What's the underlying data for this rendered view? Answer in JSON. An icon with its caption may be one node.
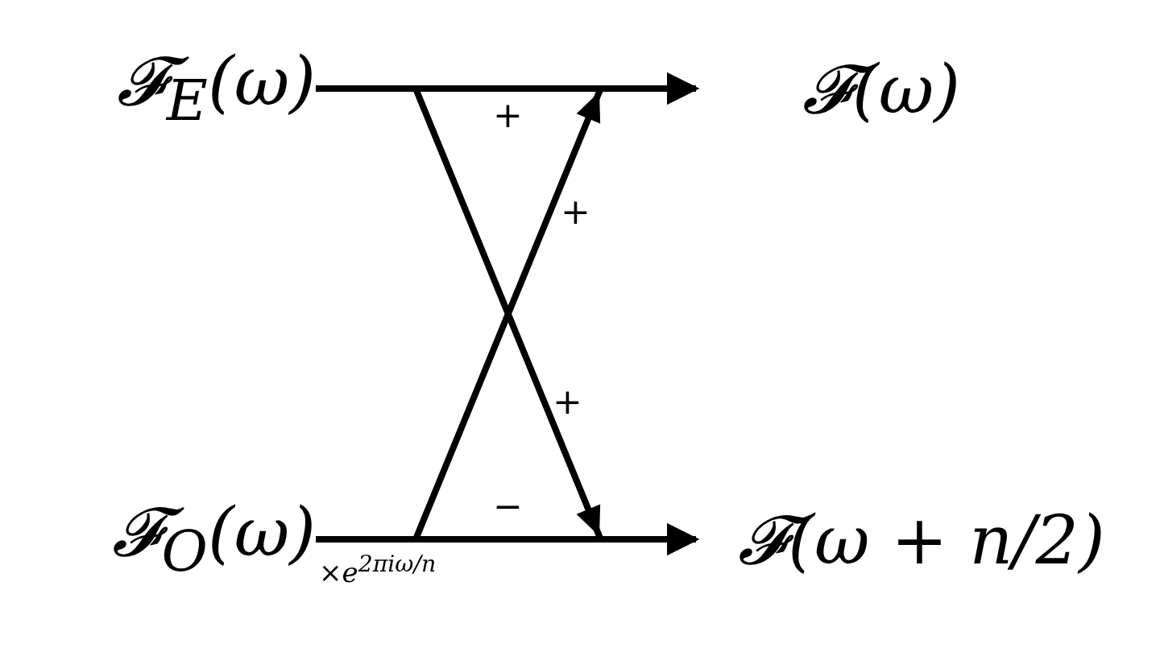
{
  "diagram": {
    "nodes": [
      {
        "text": [
          "𝓕$_{E}$(ω)"
        ]
      },
      {
        "text": [
          "𝓕(ω)"
        ]
      },
      {
        "text": [
          "𝓕$_{O}$(ω)"
        ]
      },
      {
        "text": [
          "𝓕(ω + n/2)"
        ]
      }
    ],
    "edges": [
      {
        "from": 0,
        "to": 1,
        "arrow": "to"
      },
      {
        "from": 0,
        "to": 3,
        "arrow": "to"
      },
      {
        "from": 2,
        "to": 1,
        "arrow": "to"
      },
      {
        "from": 2,
        "to": 3,
        "arrow": "to",
        "label": "×e$^{2πiω/n}$"
      }
    ],
    "labels": [
      "+",
      "+",
      "+",
      "−"
    ]
  }
}
